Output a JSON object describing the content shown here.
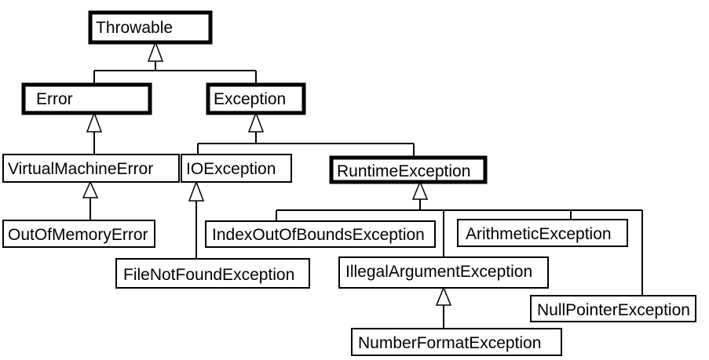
{
  "diagram": {
    "colors": {
      "stroke": "#000000",
      "fill": "#ffffff",
      "background": "#ffffff"
    },
    "classes": {
      "throwable": "Throwable",
      "error": "Error",
      "exception": "Exception",
      "virtual_machine_error": "VirtualMachineError",
      "out_of_memory_error": "OutOfMemoryError",
      "io_exception": "IOException",
      "file_not_found_exception": "FileNotFoundException",
      "runtime_exception": "RuntimeException",
      "index_out_of_bounds_exception": "IndexOutOfBoundsException",
      "arithmetic_exception": "ArithmeticException",
      "illegal_argument_exception": "IllegalArgumentException",
      "number_format_exception": "NumberFormatException",
      "null_pointer_exception": "NullPointerException"
    }
  }
}
